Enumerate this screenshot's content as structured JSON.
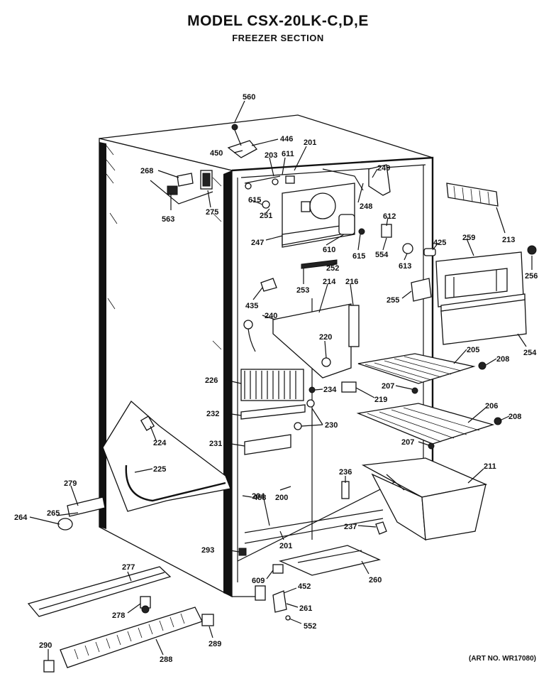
{
  "title": "MODEL CSX-20LK-C,D,E",
  "subtitle": "FREEZER SECTION",
  "art_number": "(ART NO. WR17080)",
  "part_labels": {
    "p560": "560",
    "p446": "446",
    "p450": "450",
    "p201a": "201",
    "p203": "203",
    "p611": "611",
    "p268": "268",
    "p249": "249",
    "p615a": "615",
    "p251": "251",
    "p248": "248",
    "p563": "563",
    "p275": "275",
    "p612": "612",
    "p213": "213",
    "p247": "247",
    "p610": "610",
    "p615b": "615",
    "p554": "554",
    "p425": "425",
    "p259": "259",
    "p613": "613",
    "p252": "252",
    "p256": "256",
    "p253": "253",
    "p214": "214",
    "p216": "216",
    "p435": "435",
    "p255": "255",
    "p240": "240",
    "p254": "254",
    "p220": "220",
    "p205": "205",
    "p208a": "208",
    "p226": "226",
    "p234": "234",
    "p207a": "207",
    "p219": "219",
    "p232": "232",
    "p230": "230",
    "p206": "206",
    "p208b": "208",
    "p224": "224",
    "p231": "231",
    "p207b": "207",
    "p225": "225",
    "p211": "211",
    "p236": "236",
    "p279": "279",
    "p458": "458",
    "p200": "200",
    "p264": "264",
    "p265": "265",
    "p204": "204",
    "p237": "237",
    "p201b": "201",
    "p293": "293",
    "p277": "277",
    "p260": "260",
    "p609": "609",
    "p452": "452",
    "p278": "278",
    "p261": "261",
    "p552": "552",
    "p290": "290",
    "p289": "289",
    "p288": "288"
  }
}
